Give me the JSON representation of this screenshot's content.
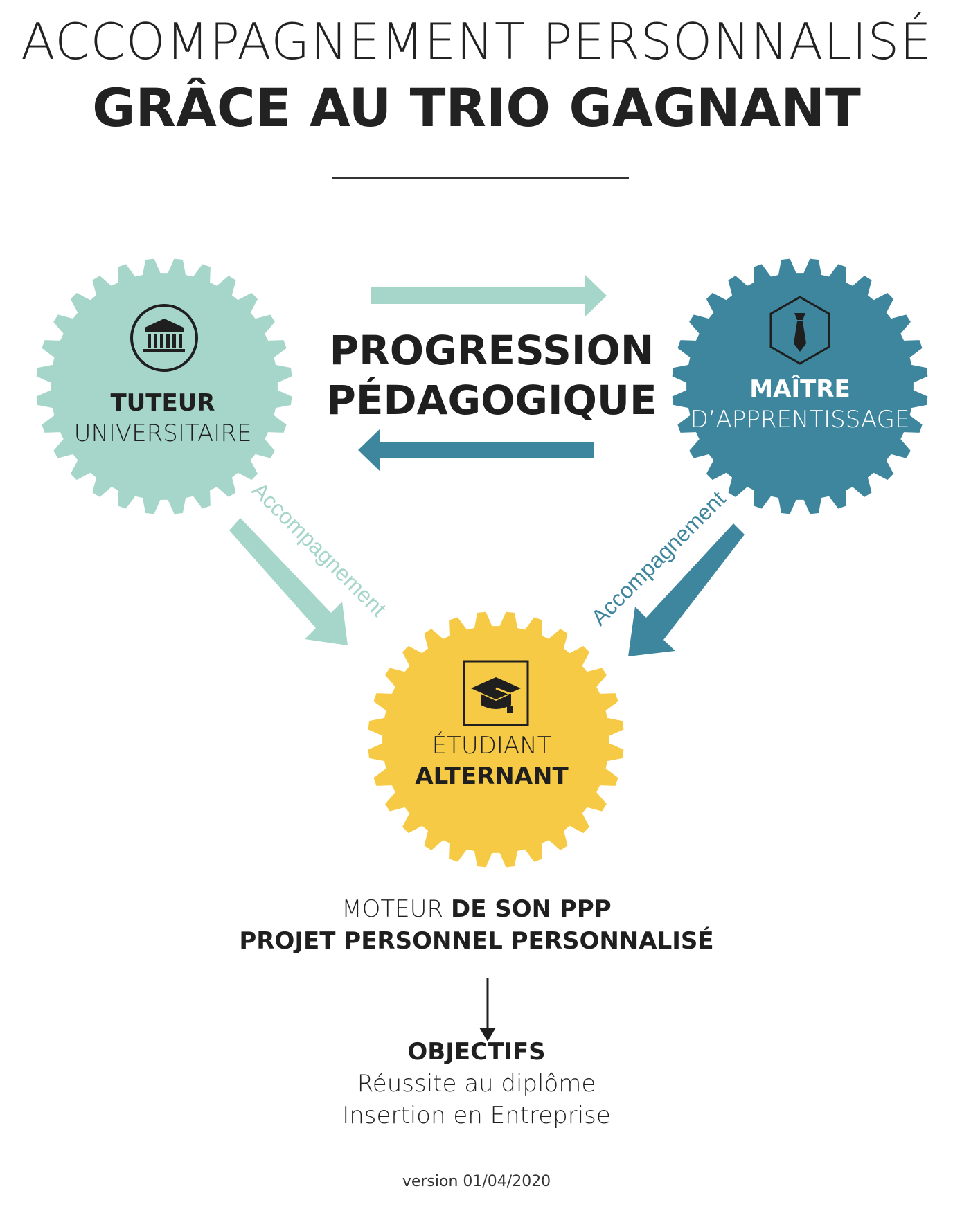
{
  "title": {
    "line1": "ACCOMPAGNEMENT PERSONNALISÉ",
    "line2": "GRÂCE AU TRIO GAGNANT"
  },
  "center": {
    "line1": "PROGRESSION",
    "line2": "PÉDAGOGIQUE"
  },
  "tuteur": {
    "bold": "TUTEUR",
    "light": "UNIVERSITAIRE",
    "icon": "university-building-icon",
    "color": "#a6d5c9"
  },
  "maitre": {
    "bold": "MAÎTRE",
    "light": "D’APPRENTISSAGE",
    "icon": "necktie-icon",
    "color": "#3d869e"
  },
  "etudiant": {
    "light": "ÉTUDIANT",
    "bold": "ALTERNANT",
    "icon": "graduation-cap-icon",
    "color": "#f7ca45"
  },
  "links": {
    "left": "Accompagnement",
    "right": "Accompagnement"
  },
  "ppp": {
    "light": "MOTEUR ",
    "bold": "DE SON PPP",
    "line2": "PROJET PERSONNEL PERSONNALISÉ"
  },
  "objectifs": {
    "title": "OBJECTIFS",
    "line1": "Réussite au diplôme",
    "line2": "Insertion en Entreprise"
  },
  "version": "version 01/04/2020"
}
